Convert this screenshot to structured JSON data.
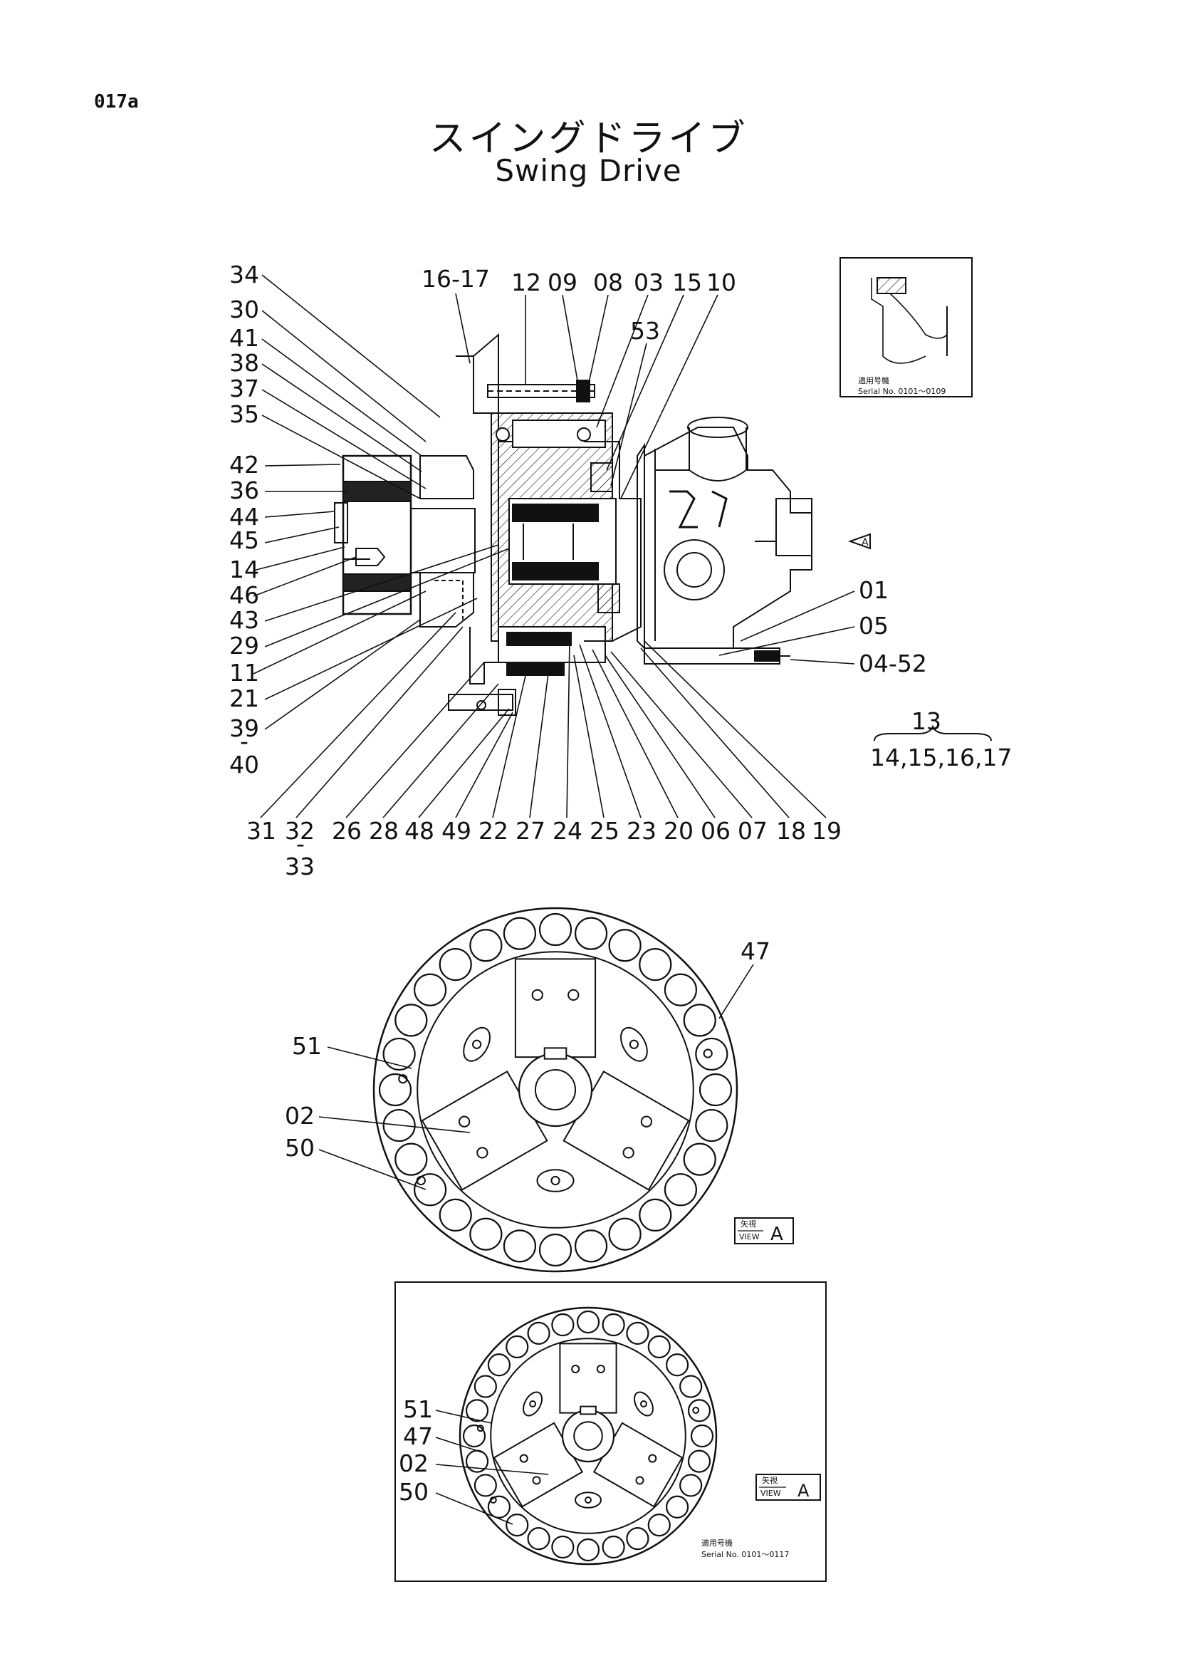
{
  "page_id": "017a",
  "title_jp": "スイングドライブ",
  "title_en": "Swing Drive",
  "callouts_left": [
    "34",
    "30",
    "41",
    "38",
    "37",
    "35",
    "42",
    "36",
    "44",
    "45",
    "14",
    "46",
    "43",
    "29",
    "11",
    "21",
    "39",
    "-",
    "40"
  ],
  "callouts_top": [
    "16-17",
    "12",
    "09",
    "08",
    "03",
    "15",
    "10",
    "53"
  ],
  "callouts_right": [
    "01",
    "05",
    "04-52"
  ],
  "callouts_bottom": [
    "31",
    "32",
    "-",
    "33",
    "26",
    "28",
    "48",
    "49",
    "22",
    "27",
    "24",
    "25",
    "23",
    "20",
    "06",
    "07",
    "18",
    "19"
  ],
  "kit_note": {
    "number": "13",
    "members": "14,15,16,17"
  },
  "inset_top": {
    "serial_jp": "適用号機",
    "serial": "Serial No. 0101〜0109"
  },
  "view_a_main": {
    "labels": [
      "47",
      "51",
      "02",
      "50"
    ],
    "tag_jp": "矢視",
    "tag_en": "VIEW",
    "tag_letter": "A"
  },
  "inset_bottom": {
    "labels": [
      "51",
      "47",
      "02",
      "50"
    ],
    "tag_jp": "矢視",
    "tag_en": "VIEW",
    "tag_letter": "A",
    "serial_jp": "適用号機",
    "serial": "Serial No. 0101〜0117"
  },
  "view_arrow_letter": "A"
}
